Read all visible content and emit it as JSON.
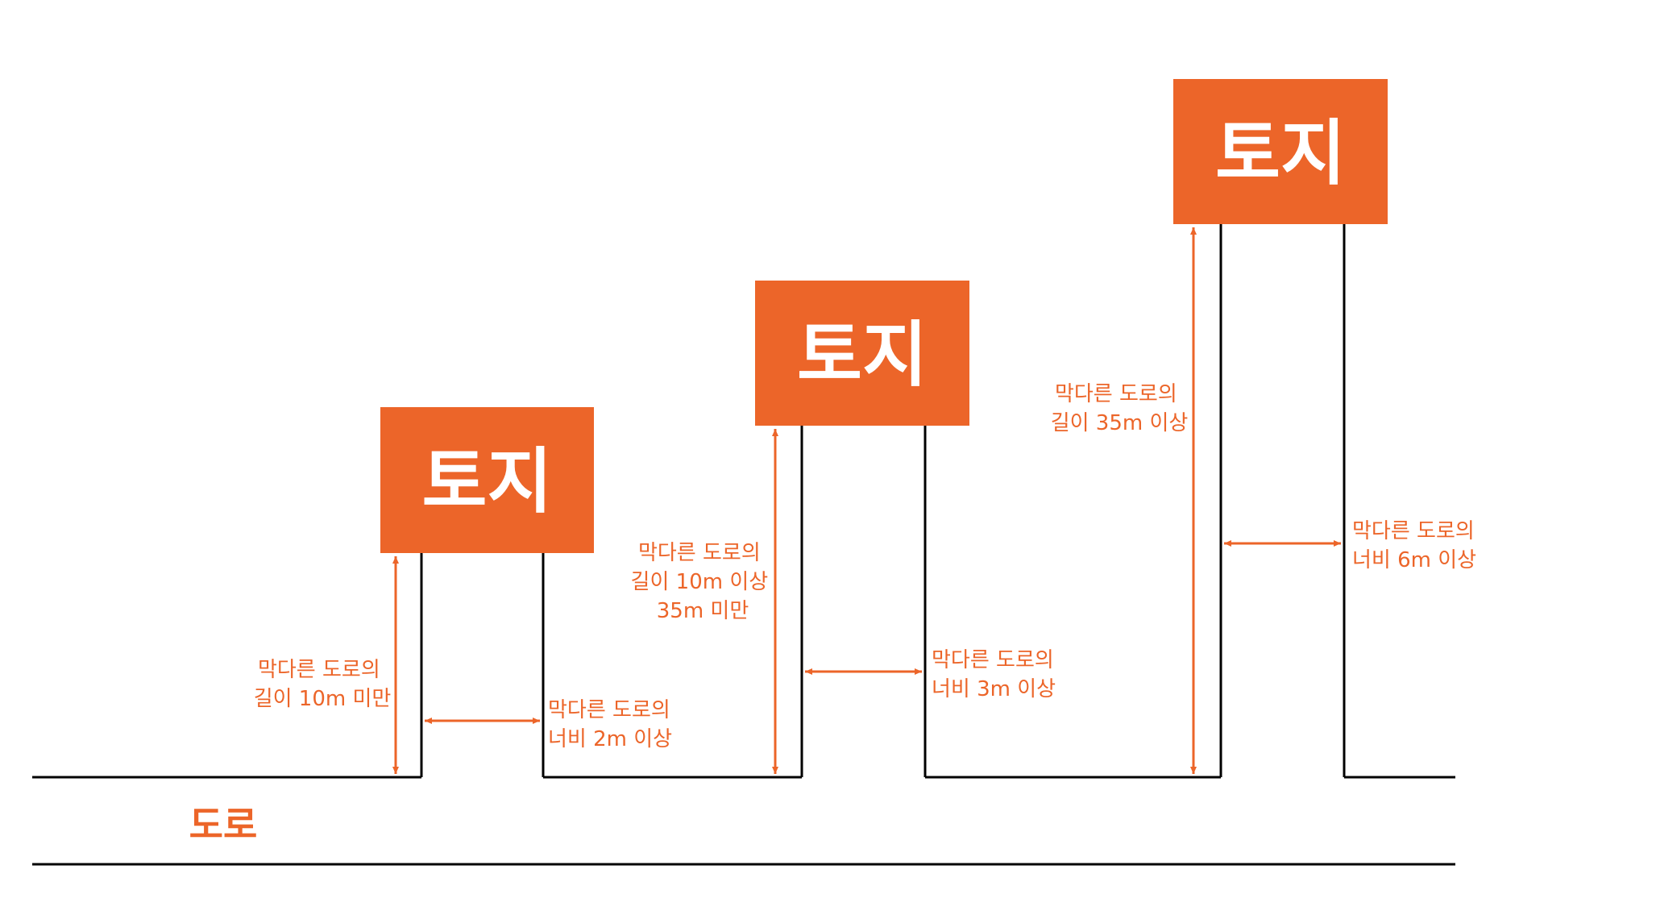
{
  "colors": {
    "accent": "#EC6529",
    "line": "#000000",
    "background": "#FFFFFF"
  },
  "road": {
    "label": "도로"
  },
  "parcels": [
    {
      "land_label": "토지",
      "length_label": [
        "막다른 도로의",
        "길이 10m 미만"
      ],
      "width_label": [
        "막다른 도로의",
        "너비 2m 이상"
      ]
    },
    {
      "land_label": "토지",
      "length_label": [
        "막다른 도로의",
        "길이 10m 이상",
        "35m 미만"
      ],
      "width_label": [
        "막다른 도로의",
        "너비 3m 이상"
      ]
    },
    {
      "land_label": "토지",
      "length_label": [
        "막다른 도로의",
        "길이 35m 이상"
      ],
      "width_label": [
        "막다른 도로의",
        "너비 6m 이상"
      ]
    }
  ]
}
